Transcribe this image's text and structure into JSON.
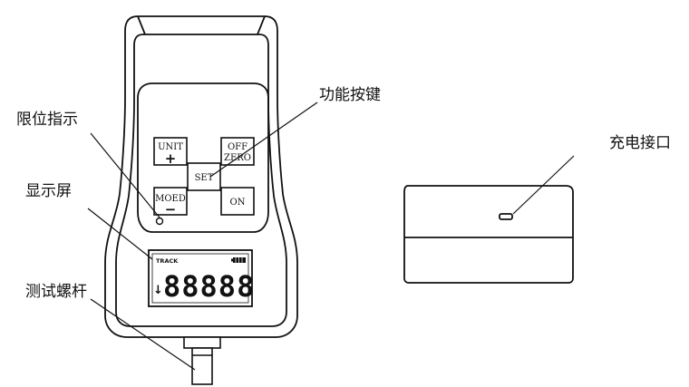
{
  "labels": {
    "limit_indicator": "限位指示",
    "function_keys": "功能按键",
    "display_screen": "显示屏",
    "test_screw": "测试螺杆",
    "charging_port": "充电接口"
  },
  "buttons": {
    "unit_label": "UNIT",
    "unit_symbol": "+",
    "off_label": "OFF",
    "zero_label": "ZERO",
    "set_label": "SET",
    "mode_label": "MOED",
    "mode_symbol": "−",
    "on_label": "ON"
  },
  "display": {
    "track_label": "TRACK",
    "digits": "88888",
    "arrow": "↓"
  }
}
